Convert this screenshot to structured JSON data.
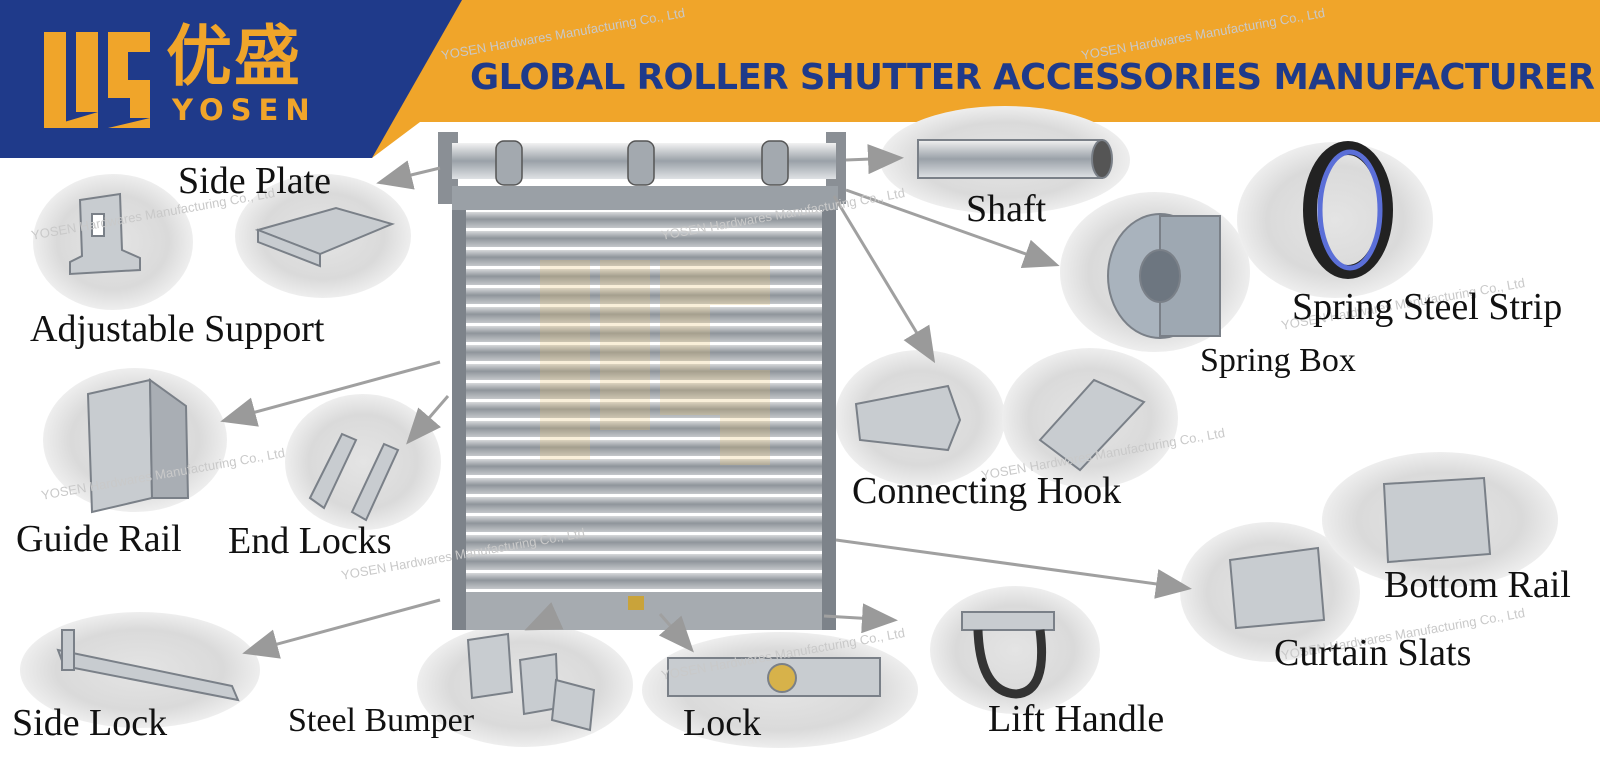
{
  "brand": {
    "name_cn": "优盛",
    "name_en": "YOSEN",
    "logo_icon": "yosen-logo-icon",
    "blue": "#1f3a8a",
    "orange": "#f0a52a"
  },
  "headline": "GLOBAL ROLLER SHUTTER ACCESSORIES MANUFACTURER",
  "watermark": "YOSEN Hardwares Manufacturing Co., Ltd",
  "parts": {
    "side_plate": "Side Plate",
    "adjustable_support": "Adjustable Support",
    "guide_rail": "Guide Rail",
    "end_locks": "End Locks",
    "side_lock": "Side Lock",
    "steel_bumper": "Steel Bumper",
    "lock": "Lock",
    "lift_handle": "Lift Handle",
    "shaft": "Shaft",
    "spring_box": "Spring Box",
    "spring_steel_strip": "Spring Steel Strip",
    "connecting_hook": "Connecting Hook",
    "bottom_rail": "Bottom Rail",
    "curtain_slats": "Curtain Slats"
  }
}
